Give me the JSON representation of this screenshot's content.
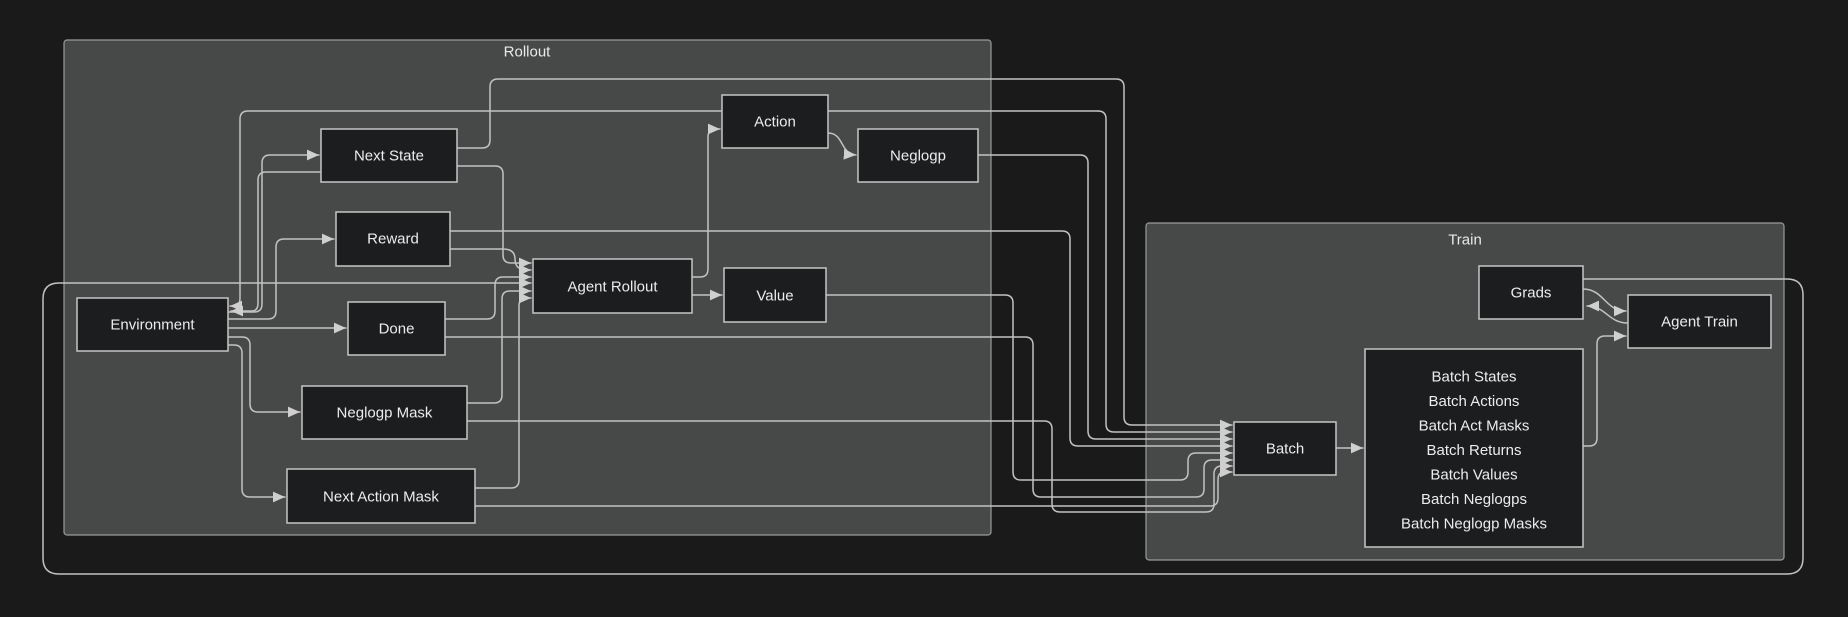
{
  "diagram": {
    "groups": {
      "rollout": {
        "title": "Rollout"
      },
      "train": {
        "title": "Train"
      }
    },
    "nodes": {
      "environment": {
        "label": "Environment"
      },
      "next_state": {
        "label": "Next State"
      },
      "reward": {
        "label": "Reward"
      },
      "done": {
        "label": "Done"
      },
      "neglogp_mask": {
        "label": "Neglogp Mask"
      },
      "next_action_mask": {
        "label": "Next Action Mask"
      },
      "agent_rollout": {
        "label": "Agent Rollout"
      },
      "action": {
        "label": "Action"
      },
      "neglogp": {
        "label": "Neglogp"
      },
      "value": {
        "label": "Value"
      },
      "batch": {
        "label": "Batch"
      },
      "batch_list": {
        "labels": [
          "Batch States",
          "Batch Actions",
          "Batch Act Masks",
          "Batch Returns",
          "Batch Values",
          "Batch Neglogps",
          "Batch Neglogp Masks"
        ]
      },
      "grads": {
        "label": "Grads"
      },
      "agent_train": {
        "label": "Agent Train"
      }
    },
    "edges": [
      {
        "from": "environment",
        "to": "next_state"
      },
      {
        "from": "environment",
        "to": "reward"
      },
      {
        "from": "environment",
        "to": "done"
      },
      {
        "from": "environment",
        "to": "neglogp_mask"
      },
      {
        "from": "environment",
        "to": "next_action_mask"
      },
      {
        "from": "next_state",
        "to": "environment"
      },
      {
        "from": "action",
        "to": "environment"
      },
      {
        "from": "next_state",
        "to": "agent_rollout"
      },
      {
        "from": "reward",
        "to": "agent_rollout"
      },
      {
        "from": "done",
        "to": "agent_rollout"
      },
      {
        "from": "neglogp_mask",
        "to": "agent_rollout"
      },
      {
        "from": "next_action_mask",
        "to": "agent_rollout"
      },
      {
        "from": "grads",
        "to": "agent_rollout"
      },
      {
        "from": "agent_rollout",
        "to": "action"
      },
      {
        "from": "agent_rollout",
        "to": "value"
      },
      {
        "from": "action",
        "to": "neglogp"
      },
      {
        "from": "next_state",
        "to": "batch"
      },
      {
        "from": "action",
        "to": "batch"
      },
      {
        "from": "neglogp",
        "to": "batch"
      },
      {
        "from": "reward",
        "to": "batch"
      },
      {
        "from": "value",
        "to": "batch"
      },
      {
        "from": "done",
        "to": "batch"
      },
      {
        "from": "neglogp_mask",
        "to": "batch"
      },
      {
        "from": "next_action_mask",
        "to": "batch"
      },
      {
        "from": "batch",
        "to": "batch_list"
      },
      {
        "from": "batch_list",
        "to": "agent_train"
      },
      {
        "from": "grads",
        "to": "agent_train"
      },
      {
        "from": "agent_train",
        "to": "grads"
      }
    ],
    "colors": {
      "background": "#1a1a1b",
      "group_fill": "#474848",
      "group_border": "#9a9b9c",
      "node_fill": "#1c1d1f",
      "node_border": "#c6c6c6",
      "wire": "#c2c2c2",
      "text": "#ececec"
    }
  }
}
